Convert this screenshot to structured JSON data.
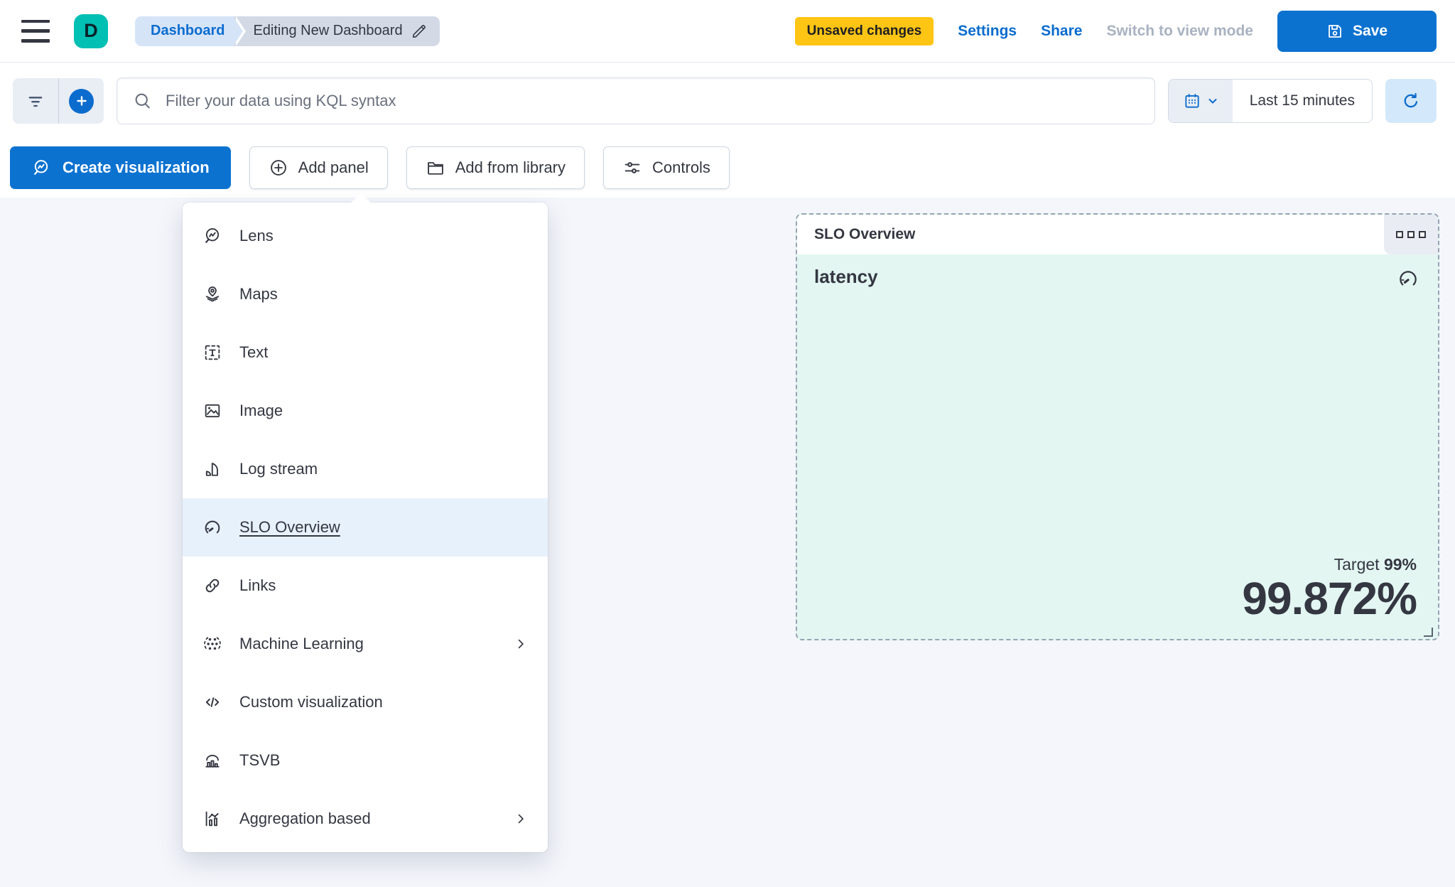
{
  "header": {
    "logo_letter": "D",
    "breadcrumbs": [
      {
        "label": "Dashboard"
      },
      {
        "label": "Editing New Dashboard"
      }
    ],
    "unsaved_badge": "Unsaved changes",
    "settings_label": "Settings",
    "share_label": "Share",
    "switch_view_label": "Switch to view mode",
    "save_label": "Save"
  },
  "filter_bar": {
    "search_placeholder": "Filter your data using KQL syntax",
    "time_range": "Last 15 minutes"
  },
  "toolbar": {
    "create_visualization_label": "Create visualization",
    "add_panel_label": "Add panel",
    "add_from_library_label": "Add from library",
    "controls_label": "Controls"
  },
  "add_panel_menu": {
    "items": [
      {
        "label": "Lens",
        "icon": "lens-icon",
        "highlighted": false,
        "has_submenu": false
      },
      {
        "label": "Maps",
        "icon": "maps-icon",
        "highlighted": false,
        "has_submenu": false
      },
      {
        "label": "Text",
        "icon": "text-icon",
        "highlighted": false,
        "has_submenu": false
      },
      {
        "label": "Image",
        "icon": "image-icon",
        "highlighted": false,
        "has_submenu": false
      },
      {
        "label": "Log stream",
        "icon": "log-stream-icon",
        "highlighted": false,
        "has_submenu": false
      },
      {
        "label": "SLO Overview",
        "icon": "gauge-icon",
        "highlighted": true,
        "has_submenu": false
      },
      {
        "label": "Links",
        "icon": "link-icon",
        "highlighted": false,
        "has_submenu": false
      },
      {
        "label": "Machine Learning",
        "icon": "machine-learning-icon",
        "highlighted": false,
        "has_submenu": true
      },
      {
        "label": "Custom visualization",
        "icon": "code-icon",
        "highlighted": false,
        "has_submenu": false
      },
      {
        "label": "TSVB",
        "icon": "tsvb-icon",
        "highlighted": false,
        "has_submenu": false
      },
      {
        "label": "Aggregation based",
        "icon": "aggregation-icon",
        "highlighted": false,
        "has_submenu": true
      }
    ]
  },
  "slo_panel": {
    "title": "SLO Overview",
    "metric_name": "latency",
    "target_label": "Target",
    "target_value": "99%",
    "value": "99.872%"
  },
  "colors": {
    "primary_blue": "#0b72d0",
    "logo_teal": "#00bfb3",
    "warning_yellow": "#fec514",
    "panel_mint": "#e3f6f2",
    "menu_highlight": "#e7f1fb",
    "text_dark": "#343741",
    "dashed_border": "#98a2b3"
  }
}
